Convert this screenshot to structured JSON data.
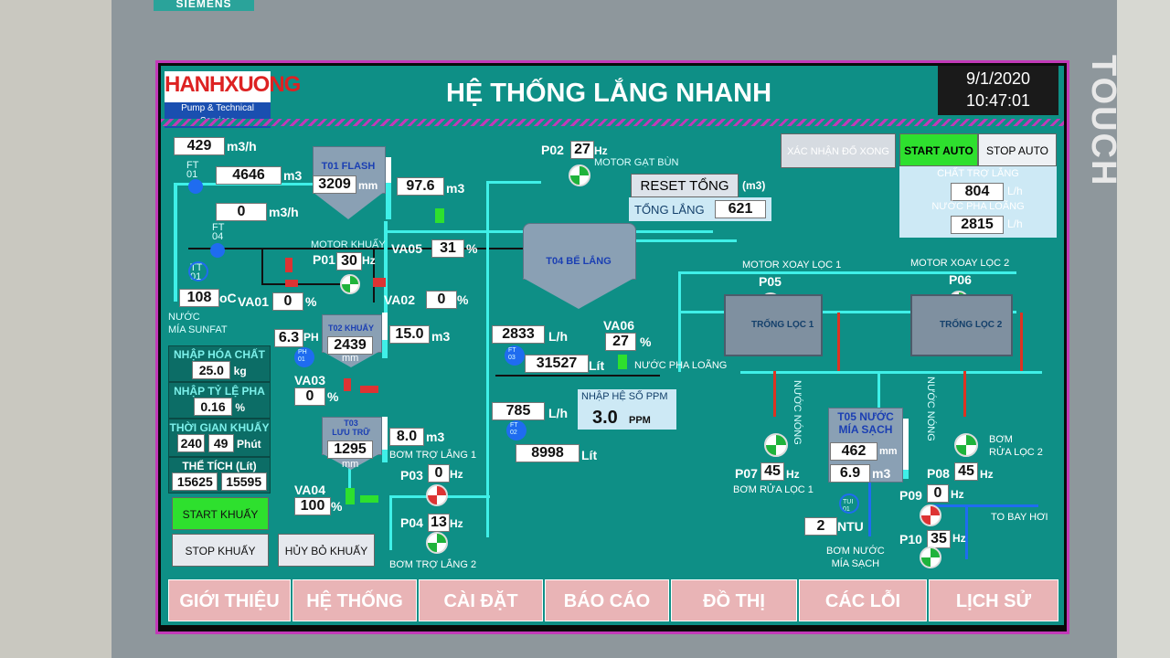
{
  "hmi_brand": "SIEMENS",
  "bezel_label": "TOUCH",
  "logo": {
    "name": "HANHXUONG",
    "tagline": "Pump & Technical Services"
  },
  "title": "HỆ THỐNG LẮNG NHANH",
  "clock": {
    "date": "9/1/2020",
    "time": "10:47:01"
  },
  "controls": {
    "confirm_label": "XÁC NHẬN ĐỔ XONG",
    "start_auto": "START AUTO",
    "stop_auto": "STOP AUTO",
    "chemical_label": "CHẤT TRỢ LẮNG",
    "chemical_value": "804",
    "chemical_unit": "L/h",
    "dilution_label": "NƯỚC PHA LOÃNG",
    "dilution_value": "2815",
    "dilution_unit": "L/h",
    "reset_total": "RESET TỔNG",
    "reset_unit": "(m3)",
    "total_label": "TỔNG LẮNG",
    "total_value": "621"
  },
  "flow": {
    "rate": "429",
    "rate_unit": "m3/h",
    "ft01": "FT\n01",
    "total1": "4646",
    "total1_unit": "m3",
    "ft04": "FT\n04",
    "total2": "0",
    "total2_unit": "m3/h",
    "tt01": "TT\n01",
    "temp": "108",
    "temp_unit": "oC",
    "sunfat": "NƯỚC\nMÍA SUNFAT"
  },
  "t01": {
    "label": "T01 FLASH",
    "level": "3209",
    "level_unit": "mm",
    "vol": "97.6",
    "vol_unit": "m3"
  },
  "p01": {
    "motor_label": "MOTOR KHUẤY",
    "name": "P01",
    "hz": "30",
    "hz_unit": "Hz"
  },
  "va01": {
    "name": "VA01",
    "value": "0",
    "unit": "%"
  },
  "va02": {
    "name": "VA02",
    "value": "0",
    "unit": "%"
  },
  "va05": {
    "name": "VA05",
    "value": "31",
    "unit": "%"
  },
  "t02": {
    "label": "T02 KHUẤY",
    "level": "2439",
    "level_unit": "mm",
    "vol": "15.0",
    "vol_unit": "m3",
    "ph": "6.3",
    "ph_unit": "PH",
    "ph_tag": "PH\n01"
  },
  "va03": {
    "name": "VA03",
    "value": "0",
    "unit": "%"
  },
  "t03": {
    "label": "T03\nLƯU TRỮ",
    "level": "1295",
    "level_unit": "mm",
    "vol": "8.0",
    "vol_unit": "m3"
  },
  "va04": {
    "name": "VA04",
    "value": "100",
    "unit": "%"
  },
  "p03": {
    "name": "P03",
    "hz": "0",
    "hz_unit": "Hz",
    "label": "BƠM TRỢ LẮNG 1"
  },
  "p04": {
    "name": "P04",
    "hz": "13",
    "hz_unit": "Hz",
    "label": "BƠM TRỢ LẮNG 2"
  },
  "p02": {
    "name": "P02",
    "hz": "27",
    "hz_unit": "Hz",
    "label": "MOTOR GẠT BÙN"
  },
  "t04": {
    "label": "T04 BỂ LẮNG"
  },
  "ft03": {
    "tag": "FT\n03",
    "flow": "2833",
    "flow_unit": "L/h",
    "total": "31527",
    "total_unit": "Lít"
  },
  "ft02": {
    "tag": "FT\n02",
    "flow": "785",
    "flow_unit": "L/h",
    "total": "8998",
    "total_unit": "Lít"
  },
  "va06": {
    "name": "VA06",
    "value": "27",
    "unit": "%",
    "label": "NƯỚC PHA LOÃNG"
  },
  "ppm": {
    "label": "NHẬP HỆ SỐ PPM",
    "value": "3.0",
    "unit": "PPM"
  },
  "p05": {
    "motor_label": "MOTOR XOAY LỌC 1",
    "name": "P05",
    "drum": "TRỐNG LỌC 1"
  },
  "p06": {
    "motor_label": "MOTOR XOAY LỌC 2",
    "name": "P06",
    "drum": "TRỐNG LỌC 2"
  },
  "t05": {
    "label": "T05 NƯỚC\nMÍA SẠCH",
    "level": "462",
    "level_unit": "mm",
    "vol": "6.9",
    "vol_unit": "m3"
  },
  "hot_water": "NƯỚC NÓNG",
  "p07": {
    "name": "P07",
    "hz": "45",
    "hz_unit": "Hz",
    "label": "BƠM RỬA LỌC 1"
  },
  "p08": {
    "name": "P08",
    "hz": "45",
    "hz_unit": "Hz",
    "label": "BƠM\nRỬA LỌC 2"
  },
  "p09": {
    "name": "P09",
    "hz": "0",
    "hz_unit": "Hz"
  },
  "p10": {
    "name": "P10",
    "hz": "35",
    "hz_unit": "Hz"
  },
  "tu01": {
    "tag": "TUI\n01",
    "value": "2",
    "unit": "NTU"
  },
  "to_evap": "TO BAY HƠI",
  "clean_pump": "BƠM NƯỚC\nMÍA SẠCH",
  "side": {
    "chem_label": "NHẬP HÓA CHẤT",
    "chem_value": "25.0",
    "chem_unit": "kg",
    "ratio_label": "NHẬP TỶ LỆ PHA",
    "ratio_value": "0.16",
    "ratio_unit": "%",
    "time_label": "THỜI GIAN KHUẤY",
    "time_a": "240",
    "time_b": "49",
    "time_unit": "Phút",
    "vol_label": "THỂ TÍCH (Lít)",
    "vol_a": "15625",
    "vol_b": "15595",
    "start_mix": "START KHUẤY",
    "stop_mix": "STOP KHUẤY",
    "cancel_mix": "HỦY BỎ KHUẤY"
  },
  "nav": [
    "GIỚI THIỆU",
    "HỆ THỐNG",
    "CÀI ĐẶT",
    "BÁO CÁO",
    "ĐỒ THỊ",
    "CÁC LỖI",
    "LỊCH SỬ"
  ],
  "colors": {
    "panel": "#0e8f86",
    "accent_green": "#2ee02e",
    "nav_pink": "#e9b4b6",
    "pipe": "#3ff0e8"
  }
}
